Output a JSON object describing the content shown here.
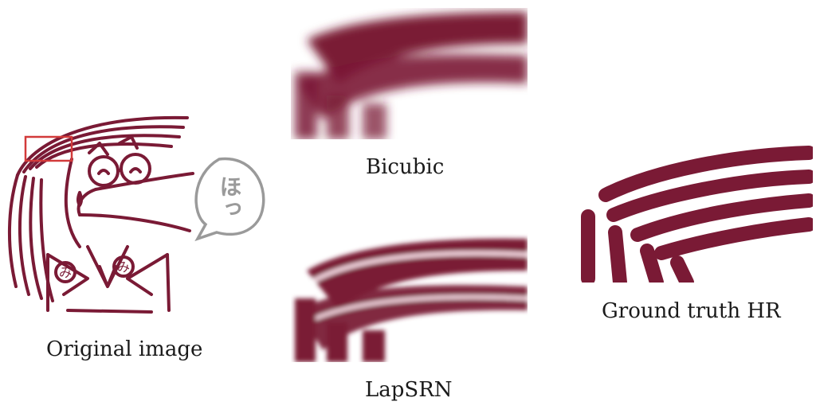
{
  "colors": {
    "ink": "#7a1a35",
    "highlight": "#d23a3a",
    "bubble": "#9a9a9a",
    "background": "#ffffff"
  },
  "panels": {
    "original": {
      "caption": "Original image",
      "bubble_text": "ほっ",
      "badge_glyph": "み"
    },
    "bicubic": {
      "caption": "Bicubic"
    },
    "lapsrn": {
      "caption": "LapSRN"
    },
    "ground_truth": {
      "caption": "Ground truth HR"
    }
  }
}
